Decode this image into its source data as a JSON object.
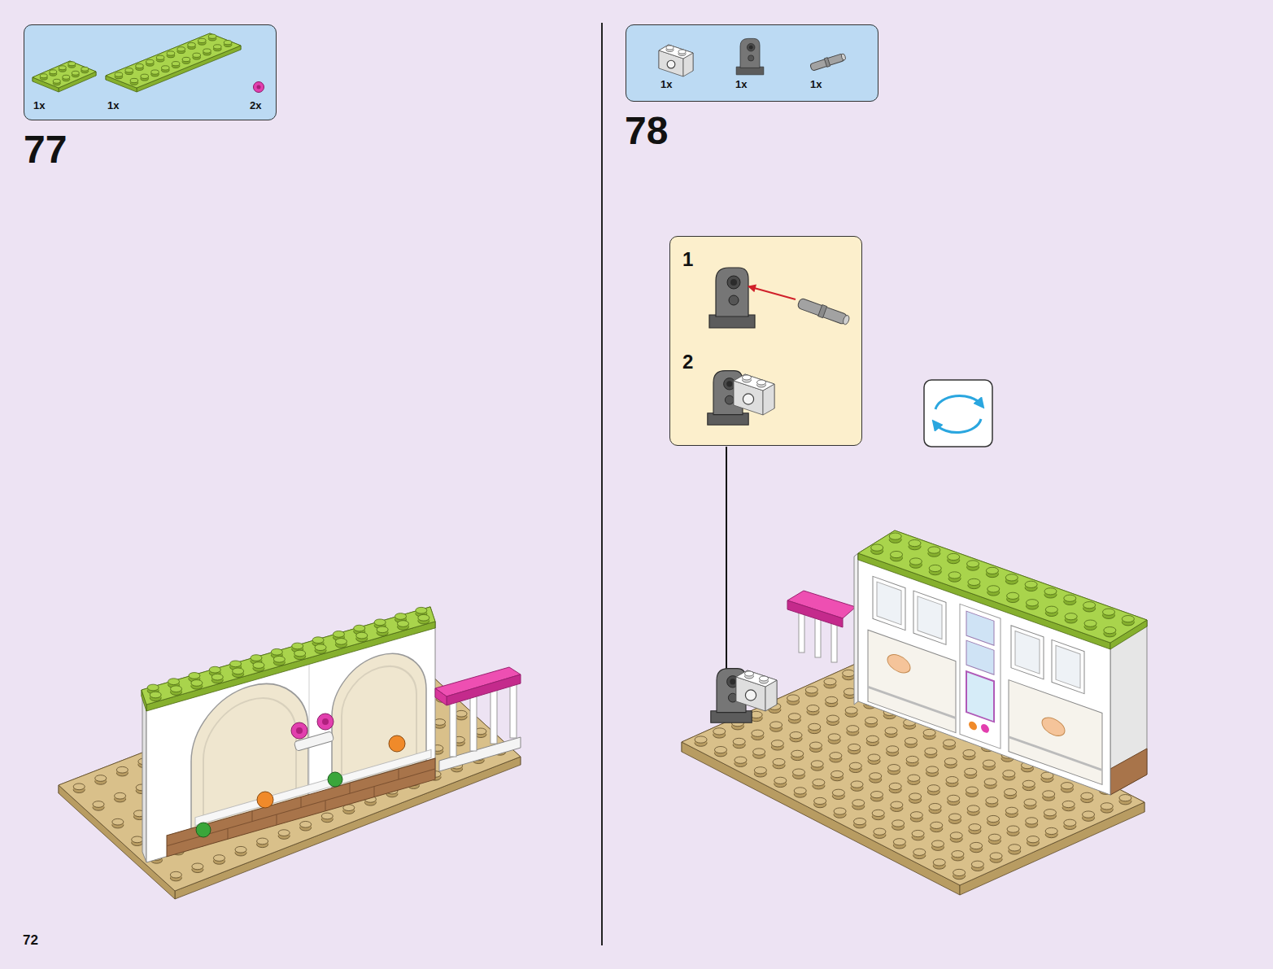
{
  "diagram": {
    "nodes": [
      {
        "text": [
          "1x",
          "1x",
          "2x"
        ]
      },
      {
        "text": [
          "1x",
          "1x",
          "1x"
        ]
      },
      {
        "text": [
          "1",
          "2"
        ]
      }
    ],
    "labels": [
      "77",
      "78",
      "72"
    ]
  }
}
